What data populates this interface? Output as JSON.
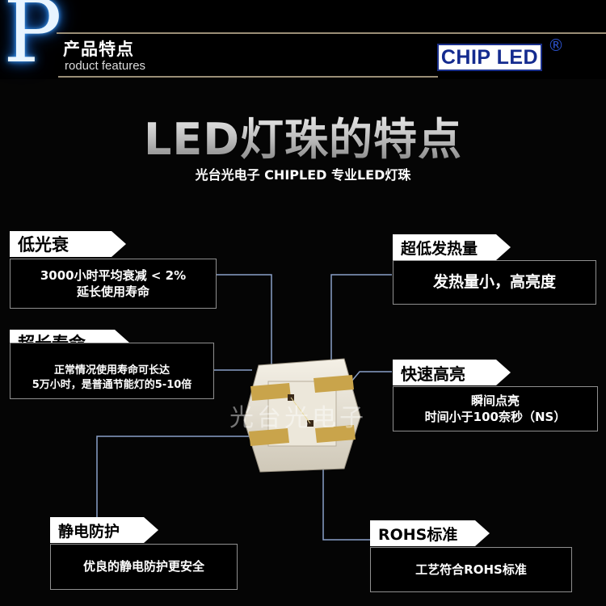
{
  "header": {
    "letter": "P",
    "title": "产品特点",
    "subtitle": "roduct features",
    "logo": "CHIP LED",
    "registered": "®"
  },
  "headline": "LED灯珠的特点",
  "tagline": "光台光电子 CHIPLED 专业LED灯珠",
  "features": {
    "low_decay": {
      "title": "低光衰",
      "lines": [
        "3000小时平均衰减 < 2%",
        "延长使用寿命"
      ]
    },
    "long_life": {
      "title": "超长寿命",
      "lines": [
        "正常情况使用寿命可长达",
        "5万小时，是普通节能灯的5-10倍"
      ]
    },
    "esd": {
      "title": "静电防护",
      "lines": [
        "优良的静电防护更安全"
      ]
    },
    "low_heat": {
      "title": "超低发热量",
      "lines": [
        "发热量小，高亮度"
      ]
    },
    "fast_bright": {
      "title": "快速高亮",
      "lines": [
        "瞬间点亮",
        "时间小于100奈秒（NS）"
      ]
    },
    "rohs": {
      "title": "ROHS标准",
      "lines": [
        "工艺符合ROHS标准"
      ]
    }
  },
  "watermark": "光台光电子",
  "colors": {
    "background": "#050505",
    "logo_blue": "#142b8f",
    "card_border": "#8f8f8f"
  }
}
